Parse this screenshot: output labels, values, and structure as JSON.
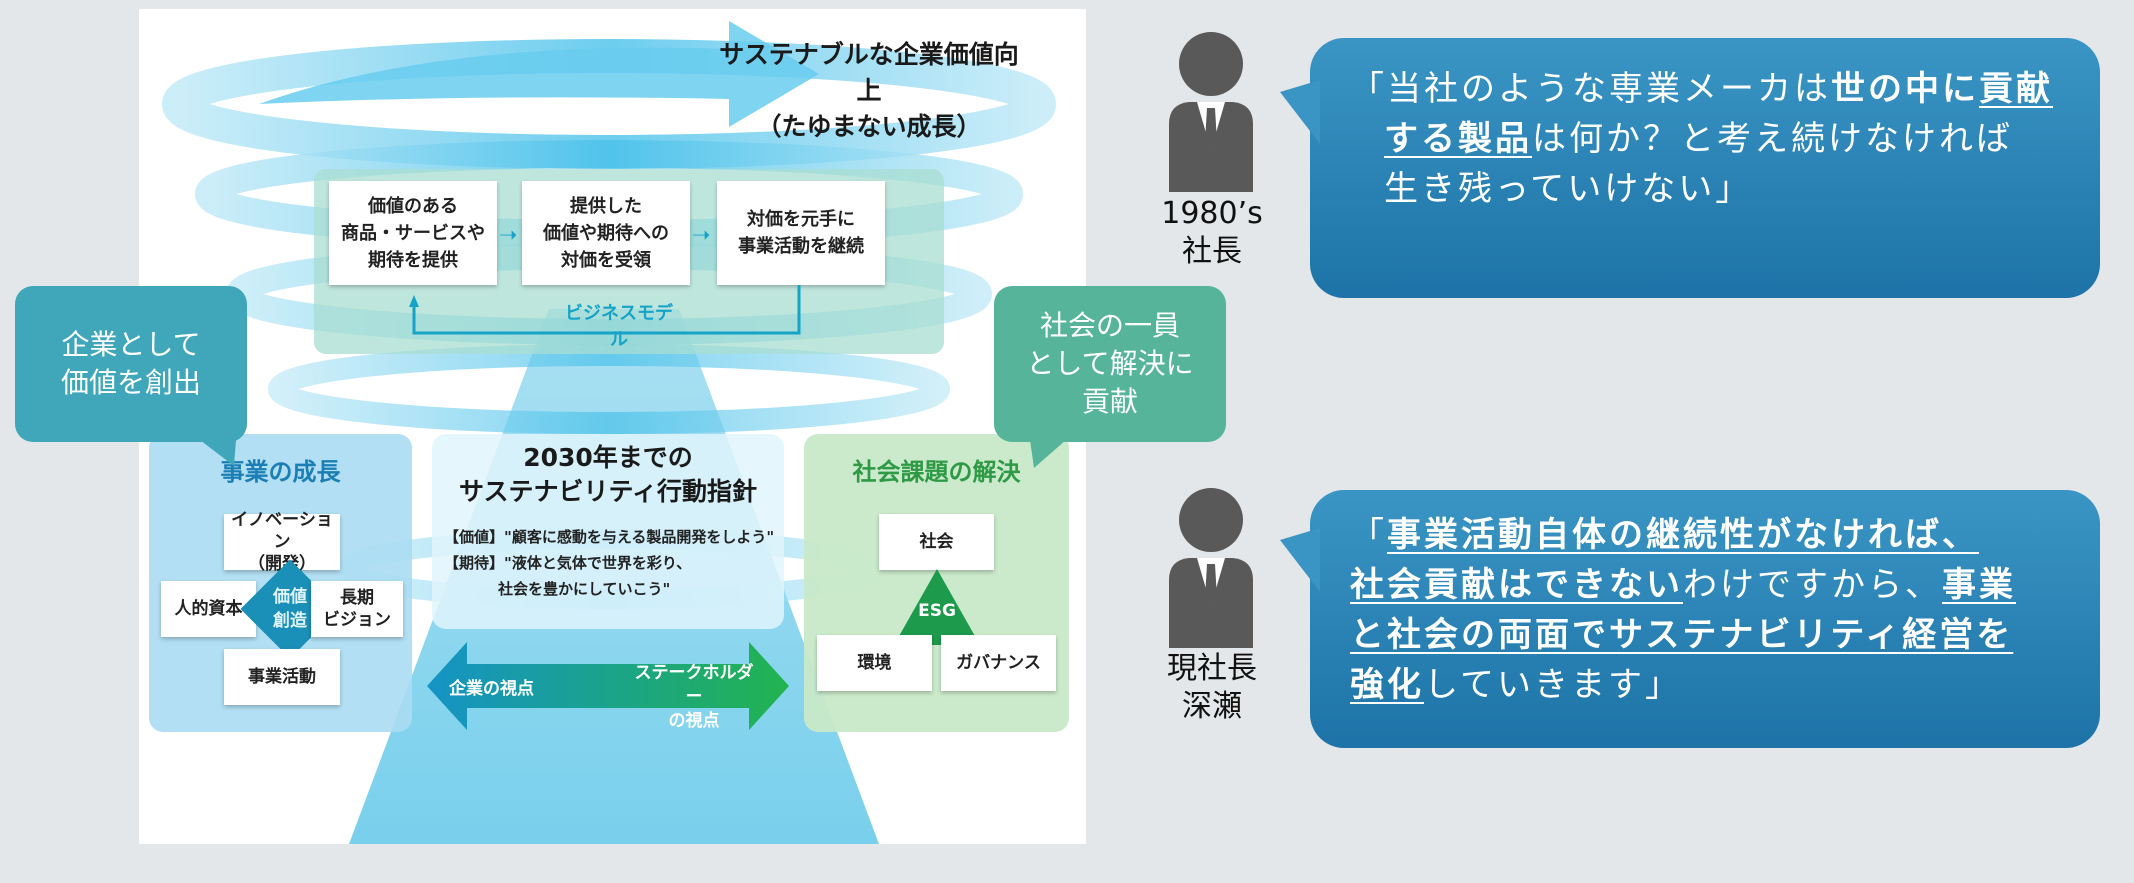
{
  "diagram": {
    "top_title": [
      "サステナブルな企業価値向上",
      "（たゆまない成長）"
    ],
    "business_model": {
      "boxes": [
        [
          "価値のある",
          "商品・サービスや",
          "期待を提供"
        ],
        [
          "提供した",
          "価値や期待への",
          "対価を受領"
        ],
        [
          "対価を元手に",
          "事業活動を継続"
        ]
      ],
      "label": "ビジネスモデル"
    },
    "left_callout": [
      "企業として",
      "価値を創出"
    ],
    "right_callout": [
      "社会の一員",
      "として解決に",
      "貢献"
    ],
    "business_growth": {
      "title": "事業の成長",
      "top": [
        "イノベーション",
        "（開発）"
      ],
      "left": "人的資本",
      "center": [
        "価値",
        "創造"
      ],
      "right": [
        "長期",
        "ビジョン"
      ],
      "bottom": "事業活動"
    },
    "guideline": {
      "title": [
        "2030年までの",
        "サステナビリティ行動指針"
      ],
      "line1": "【価値】\"顧客に感動を与える製品開発をしよう\"",
      "line2": "【期待】\"液体と気体で世界を彩り、",
      "line3": "社会を豊かにしていこう\""
    },
    "arrow": {
      "left": "企業の視点",
      "right": [
        "ステークホルダー",
        "の視点"
      ]
    },
    "social_issues": {
      "title": "社会課題の解決",
      "top": "社会",
      "center": "ESG",
      "left": "環境",
      "right": "ガバナンス"
    }
  },
  "quotes": [
    {
      "person": [
        "1980’s",
        "社長"
      ],
      "lines": [
        [
          {
            "t": "「当社のような専業メーカは",
            "s": ""
          },
          {
            "t": "世の中に",
            "s": "b"
          },
          {
            "t": "貢献",
            "s": "bu"
          }
        ],
        [
          {
            "t": "する製品",
            "s": "bu"
          },
          {
            "t": "は何か？と考え続けなければ",
            "s": ""
          }
        ],
        [
          {
            "t": "生き残っていけない」",
            "s": ""
          }
        ]
      ]
    },
    {
      "person": [
        "現社長",
        "深瀬"
      ],
      "lines": [
        [
          {
            "t": "「",
            "s": ""
          },
          {
            "t": "事業活動自体の継続性がなければ、",
            "s": "bu"
          }
        ],
        [
          {
            "t": "社会貢献はできない",
            "s": "bu"
          },
          {
            "t": "わけですから、",
            "s": ""
          },
          {
            "t": "事業",
            "s": "bu"
          }
        ],
        [
          {
            "t": "と社会の両面でサステナビリティ経営を",
            "s": "bu"
          }
        ],
        [
          {
            "t": "強化",
            "s": "bu"
          },
          {
            "t": "していきます」",
            "s": ""
          }
        ]
      ]
    }
  ],
  "colors": {
    "speech_bg": "#2a85b8",
    "callout_left": "#3fa7b9",
    "callout_right": "#56b49a",
    "page_bg": "#e3e7e9"
  }
}
